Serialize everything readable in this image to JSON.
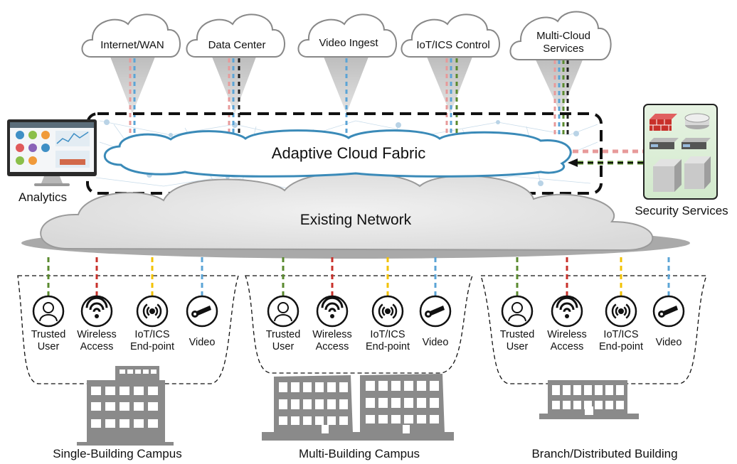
{
  "clouds": [
    {
      "label": "Internet/WAN"
    },
    {
      "label": "Data Center"
    },
    {
      "label": "Video Ingest"
    },
    {
      "label": "IoT/ICS Control"
    },
    {
      "label_line1": "Multi-Cloud",
      "label_line2": "Services"
    }
  ],
  "fabric": {
    "label": "Adaptive Cloud Fabric"
  },
  "network": {
    "label": "Existing Network"
  },
  "analytics": {
    "label": "Analytics"
  },
  "security": {
    "label": "Security Services"
  },
  "endpoints": [
    {
      "line1": "Trusted",
      "line2": "User",
      "icon": "user-icon"
    },
    {
      "line1": "Wireless",
      "line2": "Access",
      "icon": "wifi-icon"
    },
    {
      "line1": "IoT/ICS",
      "line2": "End-point",
      "icon": "iot-signal-icon"
    },
    {
      "line1": "Video",
      "line2": "",
      "icon": "camera-icon"
    }
  ],
  "sites": [
    {
      "label": "Single-Building Campus"
    },
    {
      "label": "Multi-Building Campus"
    },
    {
      "label": "Branch/Distributed Building"
    }
  ],
  "colors": {
    "green": "#5a8a2e",
    "red": "#c8302a",
    "yellow": "#f2c200",
    "blue": "#5ba4d6",
    "pink": "#e79a9a",
    "building": "#8a8a8a",
    "fabric_outline": "#3a8ab8"
  }
}
